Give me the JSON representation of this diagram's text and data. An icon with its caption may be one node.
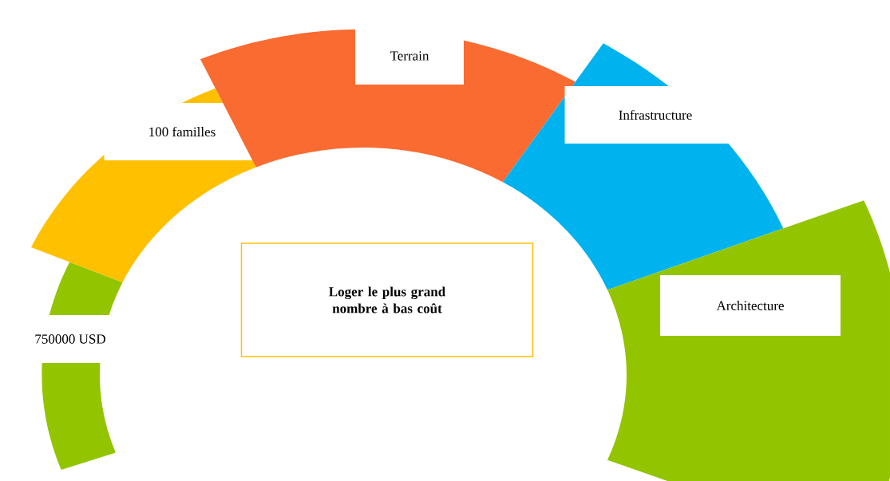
{
  "diagram": {
    "nodes": [
      {
        "text": [
          "750000 USD"
        ]
      },
      {
        "text": [
          "100 familles"
        ]
      },
      {
        "text": [
          "Terrain"
        ]
      },
      {
        "text": [
          "Infrastructure"
        ]
      },
      {
        "text": [
          "Architecture"
        ]
      },
      {
        "text": [
          "Loger le plus grand nombre à bas coût"
        ]
      }
    ]
  }
}
